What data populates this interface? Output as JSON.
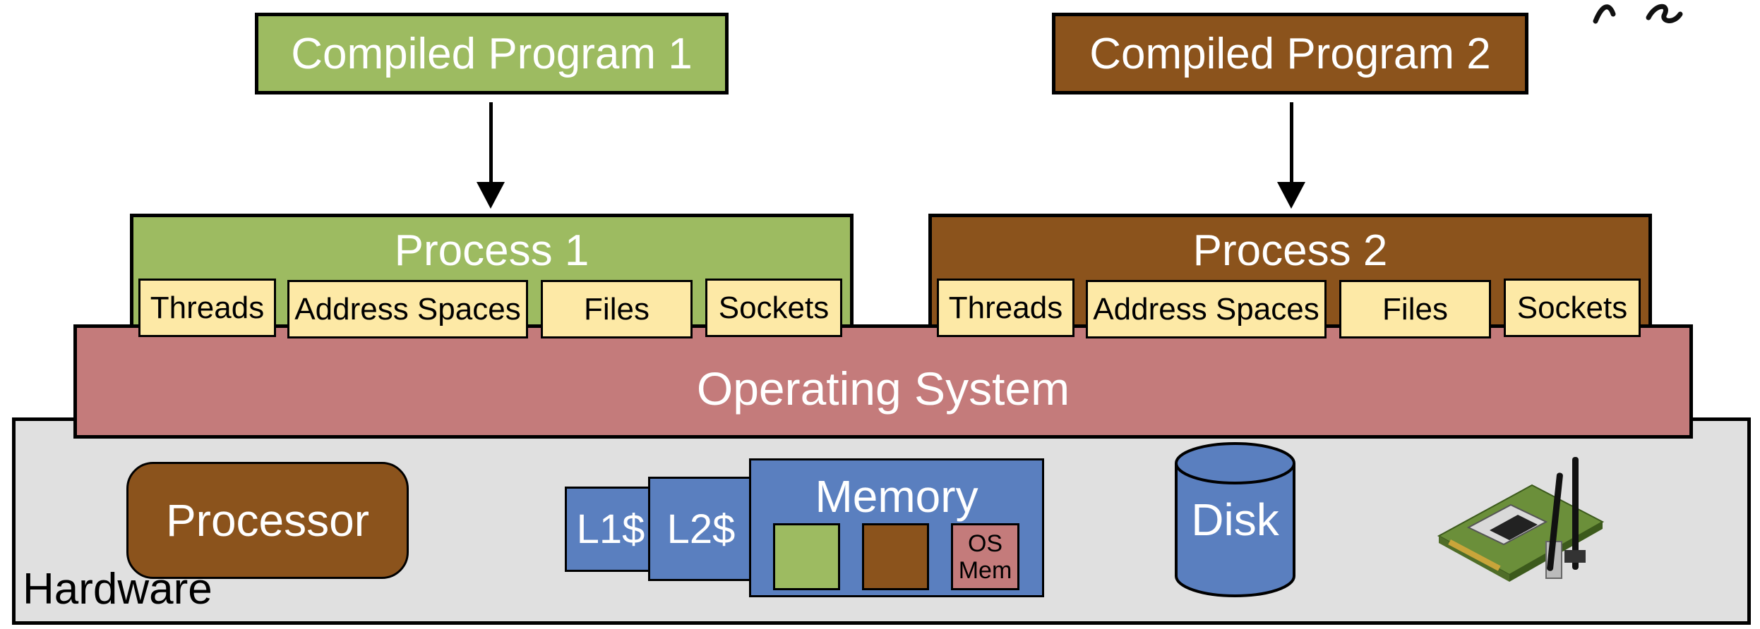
{
  "programs": [
    {
      "label": "Compiled Program 1",
      "color": "#9dbb61"
    },
    {
      "label": "Compiled Program 2",
      "color": "#8b531c"
    }
  ],
  "processes": [
    {
      "title": "Process 1",
      "color": "#9dbb61",
      "resources": [
        "Threads",
        "Address Spaces",
        "Files",
        "Sockets"
      ]
    },
    {
      "title": "Process 2",
      "color": "#8b531c",
      "resources": [
        "Threads",
        "Address Spaces",
        "Files",
        "Sockets"
      ]
    }
  ],
  "os": {
    "label": "Operating System",
    "color": "#c47b7b"
  },
  "hardware": {
    "label": "Hardware",
    "processor": "Processor",
    "l1": "L1$",
    "l2": "L2$",
    "memory": "Memory",
    "os_mem": "OS Mem",
    "disk": "Disk",
    "network_icon": "network-card-icon"
  },
  "colors": {
    "green": "#9dbb61",
    "brown": "#8b531c",
    "os_pink": "#c47b7b",
    "chip_yellow": "#fde9a6",
    "blue": "#5a7fbf",
    "hardware_gray": "#e0e0e0"
  }
}
